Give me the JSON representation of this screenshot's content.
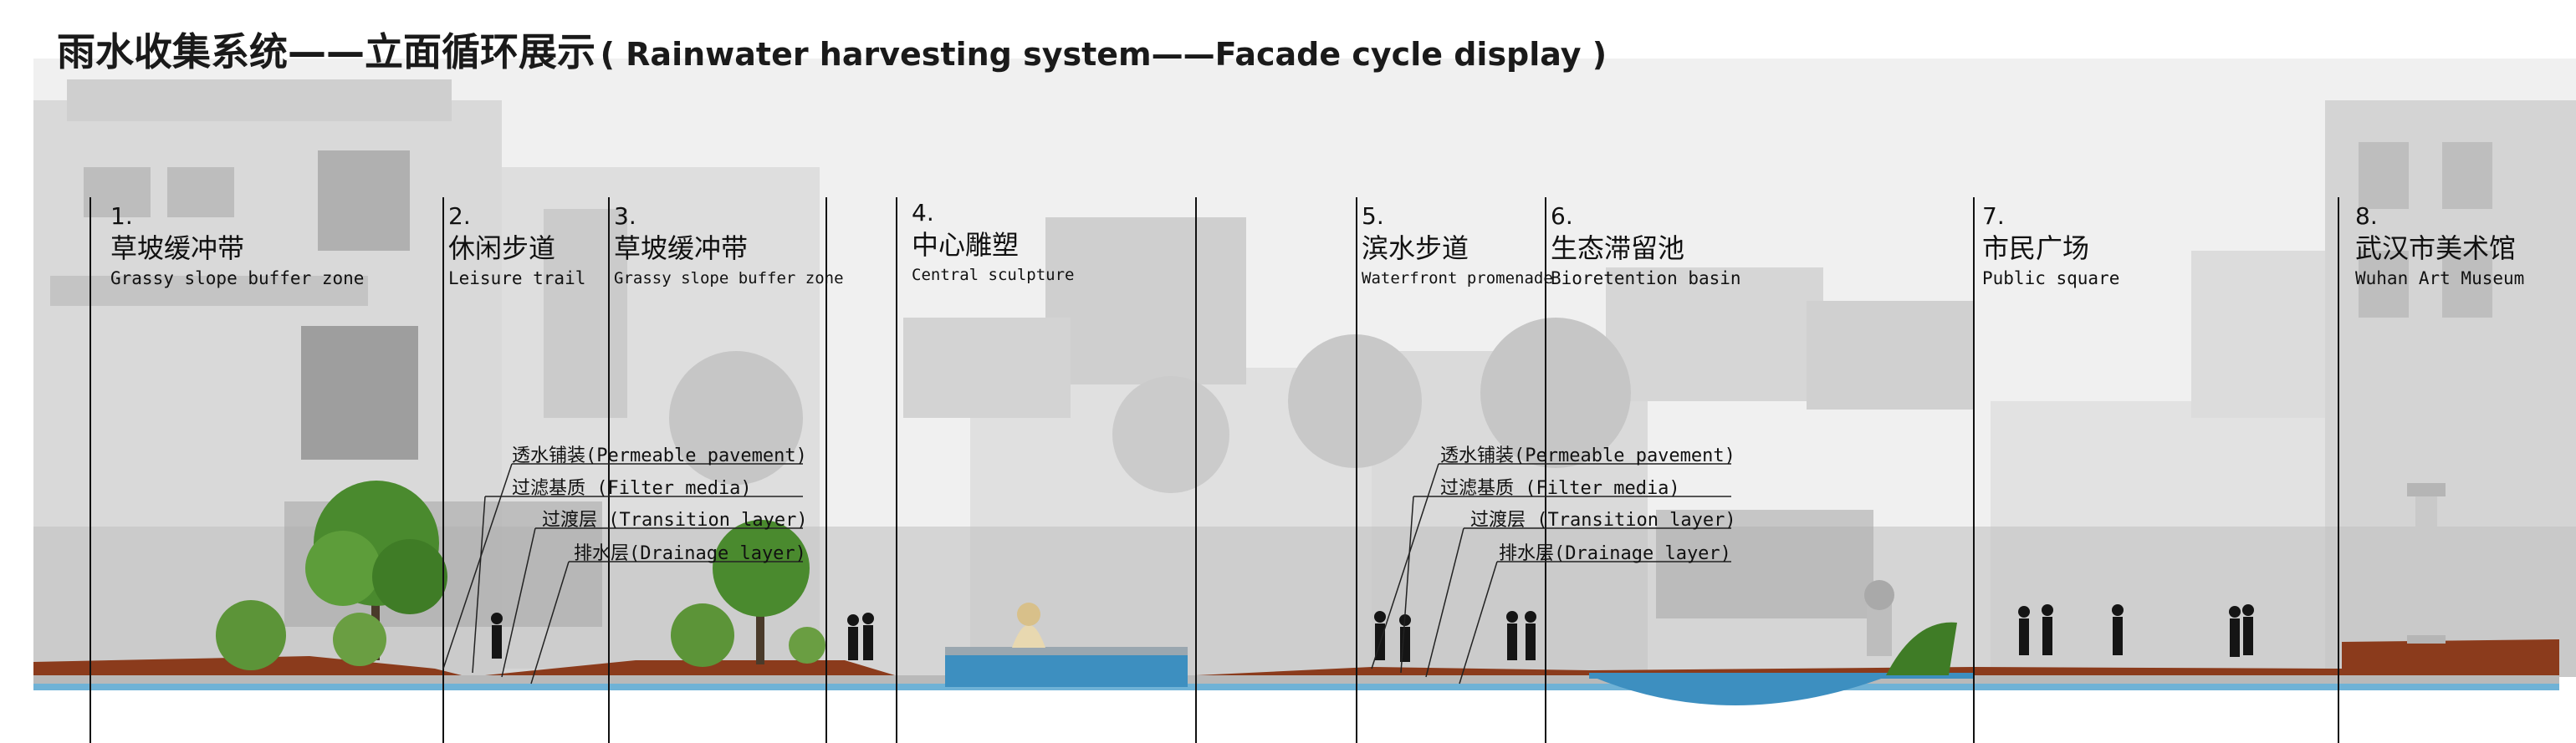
{
  "title": {
    "zh": "雨水收集系统——立面循环展示",
    "en": "( Rainwater harvesting system——Facade cycle display )"
  },
  "zones": [
    {
      "num": "1.",
      "zh": "草坡缓冲带",
      "en": "Grassy slope buffer zone"
    },
    {
      "num": "2.",
      "zh": "休闲步道",
      "en": "Leisure trail"
    },
    {
      "num": "3.",
      "zh": "草坡缓冲带",
      "en": "Grassy slope buffer zone"
    },
    {
      "num": "4.",
      "zh": "中心雕塑",
      "en": "Central sculpture"
    },
    {
      "num": "5.",
      "zh": "滨水步道",
      "en": "Waterfront promenade"
    },
    {
      "num": "6.",
      "zh": "生态滞留池",
      "en": "Bioretention basin"
    },
    {
      "num": "7.",
      "zh": "市民广场",
      "en": "Public square"
    },
    {
      "num": "8.",
      "zh": "武汉市美术馆",
      "en": "Wuhan Art Museum"
    }
  ],
  "layers_left": [
    "透水铺装(Permeable pavement)",
    "过滤基质 (Filter media)",
    "过渡层 (Transition layer)",
    "排水层(Drainage layer)"
  ],
  "layers_right": [
    "透水铺装(Permeable pavement)",
    "过滤基质 (Filter media)",
    "过渡层 (Transition layer)",
    "排水层(Drainage layer)"
  ],
  "colors": {
    "soil": "#8b3b1c",
    "water": "#3d8fc0",
    "divider": "#111111",
    "tree": "#4a8a2e",
    "building": "#d8d8d8"
  }
}
